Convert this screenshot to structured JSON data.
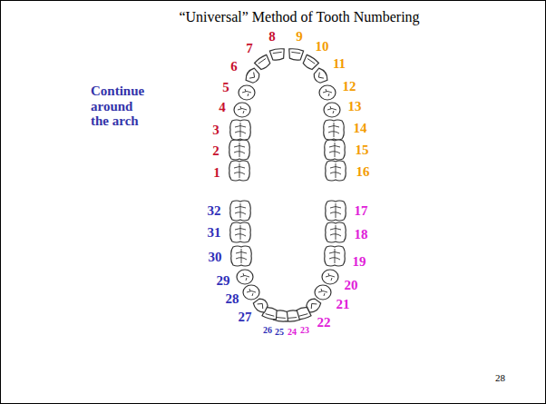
{
  "diagram": {
    "title": "“Universal” Method of Tooth Numbering",
    "labels": [
      "1",
      "2",
      "3",
      "4",
      "5",
      "6",
      "7",
      "8",
      "9",
      "10",
      "11",
      "12",
      "13",
      "14",
      "15",
      "16",
      "17",
      "18",
      "19",
      "20",
      "21",
      "22",
      "23",
      "24",
      "25",
      "26",
      "27",
      "28",
      "29",
      "30",
      "31",
      "32",
      "Continue around the arch",
      "28"
    ]
  }
}
